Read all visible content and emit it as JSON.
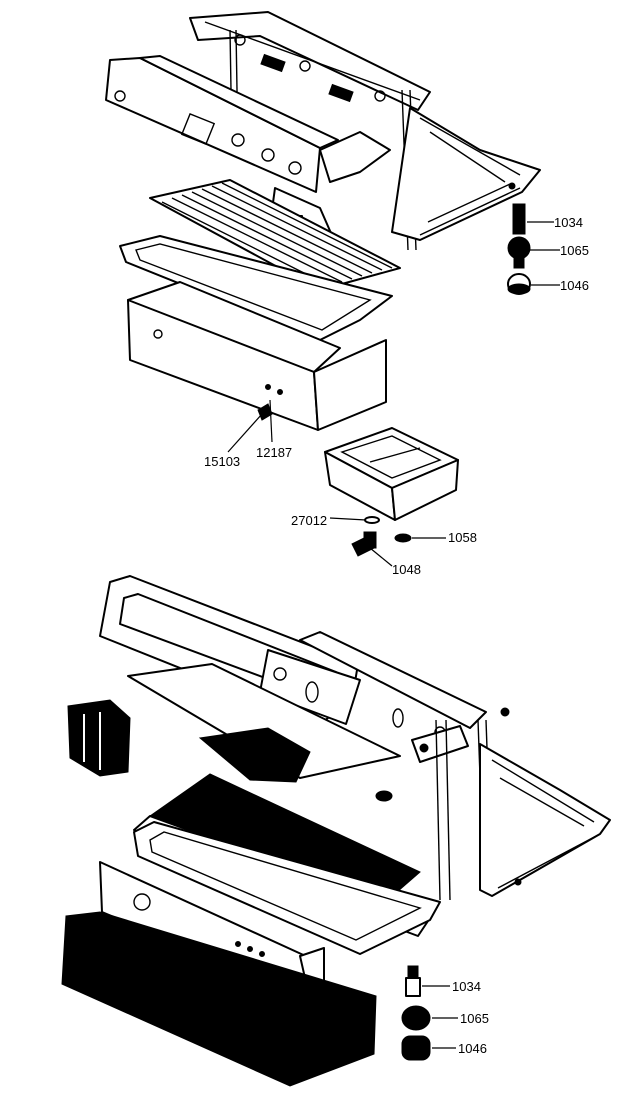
{
  "upper_assembly": {
    "labels": {
      "l1034": "1034",
      "l1065": "1065",
      "l1046": "1046",
      "l15103": "15103",
      "l12187": "12187",
      "l27012": "27012",
      "l1058": "1058",
      "l1048": "1048"
    }
  },
  "lower_assembly": {
    "labels": {
      "l1034": "1034",
      "l1065": "1065",
      "l1046": "1046"
    }
  }
}
